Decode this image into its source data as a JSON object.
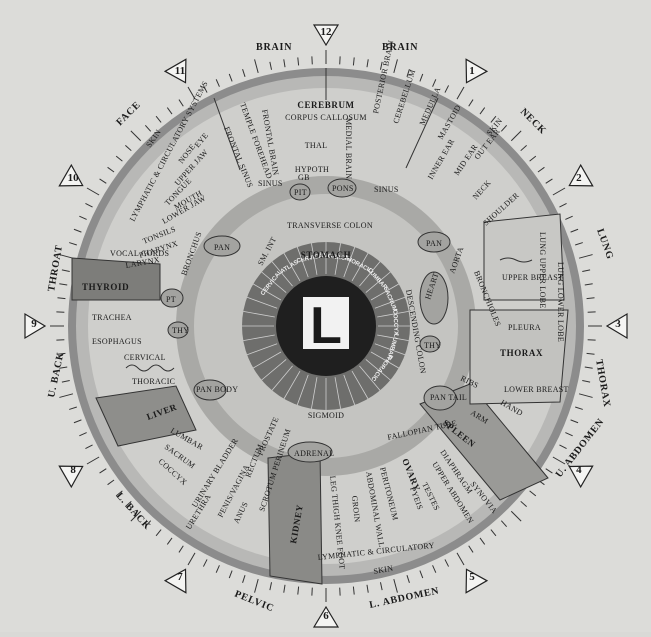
{
  "pupil_letter": "L",
  "clock": [
    "12",
    "1",
    "2",
    "3",
    "4",
    "5",
    "6",
    "7",
    "8",
    "9",
    "10",
    "11"
  ],
  "zones": [
    {
      "text": "BRAIN",
      "id": "brain-left"
    },
    {
      "text": "BRAIN",
      "id": "brain-right"
    },
    {
      "text": "NECK",
      "id": "neck"
    },
    {
      "text": "LUNG",
      "id": "lung"
    },
    {
      "text": "THORAX",
      "id": "thorax"
    },
    {
      "text": "U. ABDOMEN",
      "id": "u-abdomen"
    },
    {
      "text": "L. ABDOMEN",
      "id": "l-abdomen"
    },
    {
      "text": "PELVIC",
      "id": "pelvic"
    },
    {
      "text": "L. BACK",
      "id": "l-back"
    },
    {
      "text": "U. BACK",
      "id": "u-back"
    },
    {
      "text": "THROAT",
      "id": "throat"
    },
    {
      "text": "FACE",
      "id": "face"
    }
  ],
  "organs": {
    "cerebrum": "CEREBRUM",
    "corpus": "CORPUS CALLOSUM",
    "thal": "THAL",
    "hypoth": "HYPOTH",
    "frontal_brain": "FRONTAL BRAIN",
    "temple": "TEMPLE FOREHEAD",
    "frontal_sinus": "FRONTAL SINUS",
    "medial_brain": "MEDIAL BRAIN",
    "posterior_brain": "POSTERIOR BRAIN",
    "cerebellum": "CEREBELLUM",
    "medulla": "MEDULLA",
    "mastoid": "MASTOID",
    "inner_ear": "INNER EAR",
    "mid_ear": "MID EAR",
    "out_ear": "OUT EAR",
    "neck": "NECK",
    "shoulder": "SHOULDER",
    "skin_top": "SKIN",
    "skin_bottom": "SKIN",
    "skin_left": "SKIN",
    "lymph_left": "LYMPHATIC & CIRCULATORY SYSTEMS",
    "eye": "EYE",
    "nose": "NOSE",
    "upper_jaw": "UPPER JAW",
    "tongue": "TONGUE",
    "mouth": "MOUTH",
    "lower_jaw": "LOWER JAW",
    "tonsils": "TONSILS",
    "pharynx": "PHARYNX",
    "larynx": "LARYNX",
    "vocal": "VOCAL CORDS",
    "thyroid": "THYROID",
    "pt": "PT",
    "trachea": "TRACHEA",
    "esophagus": "ESOPHAGUS",
    "cervical": "CERVICAL",
    "thoracic": "THORACIC",
    "liver": "LIVER",
    "lumbar": "LUMBAR",
    "sacrum": "SACRUM",
    "coccyx": "COCCYX",
    "urinary": "URINARY BLADDER",
    "penis": "PENIS/VAGINA",
    "anus": "ANUS",
    "rectum": "RECTUM",
    "urethra": "URETHRA",
    "prostate": "PROSTATE",
    "perineum": "SCROTUM PERINEUM",
    "kidney": "KIDNEY",
    "adrenal": "ADRENAL",
    "leg": "LEG THIGH KNEE FOOT",
    "groin": "GROIN",
    "abdominal": "ABDOMINAL WALL",
    "peritoneum": "PERITONEUM",
    "ovary": "OVARY",
    "testes": "TESTES",
    "appendix": "FALLOPIAN TUBE",
    "pyeis": "PYEIS",
    "lymph_bottom": "LYMPHATIC & CIRCULATORY",
    "spleen": "SPLEEN",
    "diaphragm": "DIAPHRAGM",
    "upper_abdomen": "UPPER ABDOMEN",
    "synovia": "SYNOVIA",
    "arm": "ARM",
    "hand": "HAND",
    "ribs": "RIBS",
    "pleura": "PLEURA",
    "thorax_organ": "THORAX",
    "lower_breast": "LOWER BREAST",
    "upper_breast": "UPPER BREAST",
    "bronchioles": "BRONCHIOLES",
    "heart": "HEART",
    "aorta": "AORTA",
    "upper_lobe": "LUNG UPPER LOBE",
    "lower_lobe": "LUNG LOWER LOBE",
    "pan_top_right": "PAN",
    "pan_top_left": "PAN",
    "pan_tail": "PAN TAIL",
    "pan_body": "PAN BODY",
    "bronchus": "BRONCHUS",
    "sinus_l": "SINUS",
    "sinus_r": "SINUS",
    "pit": "PIT",
    "pons": "PONS",
    "stomach": "STOMACH",
    "transverse": "TRANSVERSE COLON",
    "ascending": "DESCENDING COLON",
    "sigmoid": "SIGMOID",
    "thy": "THY",
    "gb": "GB",
    "sm_int": "SM. INT"
  },
  "spokes": [
    "CERVICAL",
    "ATLAS",
    "CERVICAL",
    "THORACIC",
    "THORACIC",
    "LUMBAR",
    "SACRUM",
    "COCCYX",
    "LUMBAR",
    "THORACIC"
  ]
}
